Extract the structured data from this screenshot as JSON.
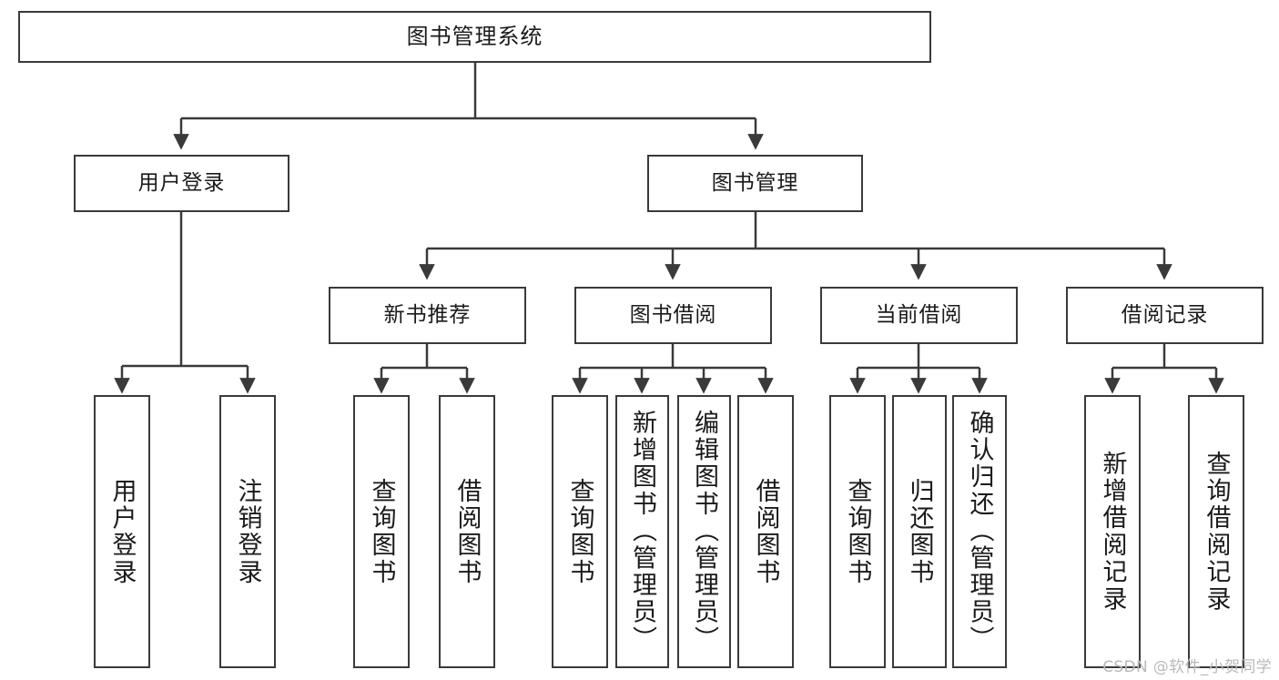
{
  "diagram": {
    "title": "图书管理系统",
    "type": "tree-hierarchy",
    "watermark": "CSDN @软件_小贺同学",
    "colors": {
      "border": "#3a3a3a",
      "background": "#ffffff",
      "text": "#1a1a1a",
      "watermark": "#b9b9b9"
    }
  },
  "nodes": {
    "root": {
      "label": "图书管理系统"
    },
    "level2": [
      {
        "label": "用户登录"
      },
      {
        "label": "图书管理"
      }
    ],
    "level3": [
      {
        "label": "新书推荐"
      },
      {
        "label": "图书借阅"
      },
      {
        "label": "当前借阅"
      },
      {
        "label": "借阅记录"
      }
    ],
    "leaves": {
      "user_login": [
        {
          "label": "用户登录"
        },
        {
          "label": "注销登录"
        }
      ],
      "new_book_recommend": [
        {
          "label": "查询图书"
        },
        {
          "label": "借阅图书"
        }
      ],
      "book_borrow": [
        {
          "label": "查询图书"
        },
        {
          "label": "新增图书（管理员）"
        },
        {
          "label": "编辑图书（管理员）"
        },
        {
          "label": "借阅图书"
        }
      ],
      "current_borrow": [
        {
          "label": "查询图书"
        },
        {
          "label": "归还图书"
        },
        {
          "label": "确认归还（管理员）"
        }
      ],
      "borrow_record": [
        {
          "label": "新增借阅记录"
        },
        {
          "label": "查询借阅记录"
        }
      ]
    }
  }
}
